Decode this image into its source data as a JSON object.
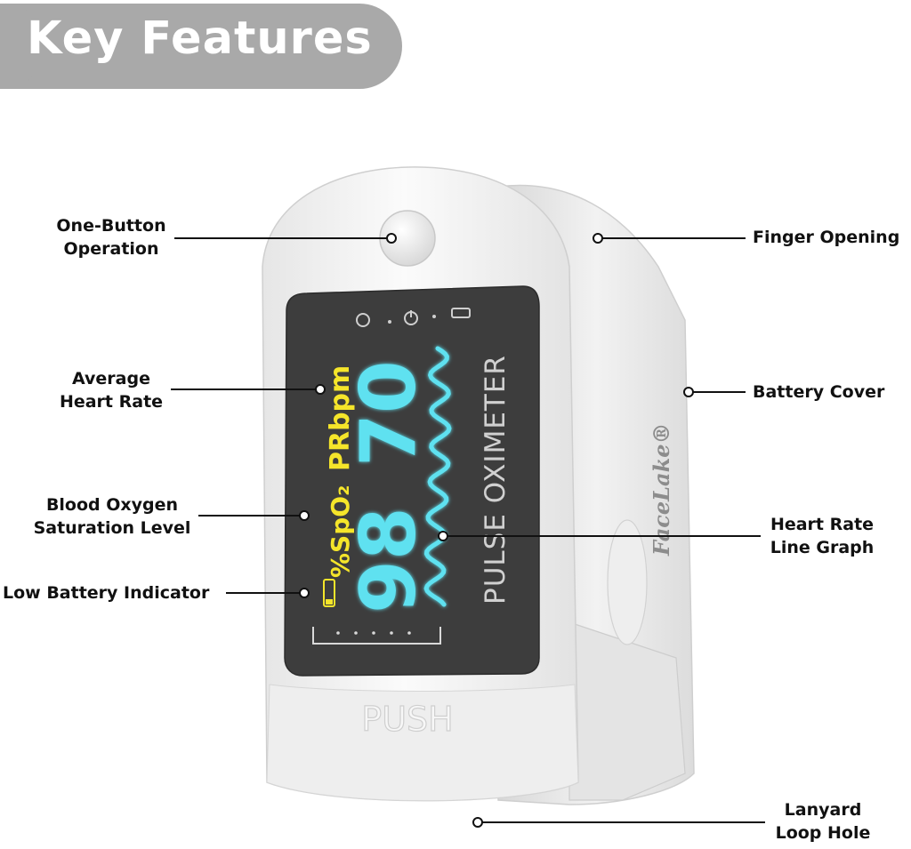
{
  "title": "Key Features",
  "device": {
    "brand": "FaceLake®",
    "screen": {
      "title_vertical": "PULSE OXIMETER",
      "spo2_label": "%SpO₂",
      "pr_label": "PRbpm",
      "spo2_value": "98",
      "pr_value": "70"
    },
    "push_label": "PUSH"
  },
  "callouts": {
    "one_button": [
      "One-Button",
      "Operation"
    ],
    "avg_heart_rate": [
      "Average",
      "Heart Rate"
    ],
    "blood_oxygen": [
      "Blood Oxygen",
      "Saturation Level"
    ],
    "low_battery": "Low Battery Indicator",
    "finger_opening": "Finger Opening",
    "battery_cover": "Battery Cover",
    "heart_rate_graph": [
      "Heart Rate",
      "Line Graph"
    ],
    "lanyard": [
      "Lanyard",
      "Loop Hole"
    ]
  },
  "colors": {
    "title_pill": "#a9a9a9",
    "digits": "#5fe1f0",
    "labels": "#f5e52a",
    "screen": "#3d3d3d",
    "body": "#f3f3f3"
  }
}
